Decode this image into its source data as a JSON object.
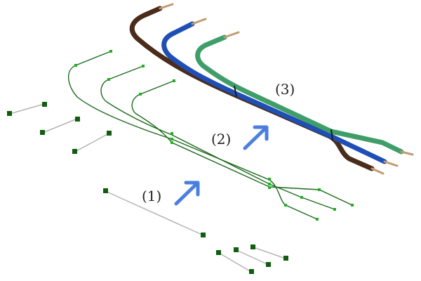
{
  "labels": {
    "step1": "(1)",
    "step2": "(2)",
    "step3": "(3)"
  },
  "colors": {
    "background": "#ffffff",
    "wire_guide": "#1e6b1e",
    "wire_node": "#22b022",
    "segment_line": "#b5b5b5",
    "segment_end": "#0f5e0f",
    "arrow": "#4a7fe0",
    "cable_brown": "#4a2c1a",
    "cable_blue": "#1f4fb5",
    "cable_green": "#3f9e68",
    "cable_tip": "#c29a72"
  },
  "icons": {
    "arrows": "arrow-up-right-icon"
  }
}
